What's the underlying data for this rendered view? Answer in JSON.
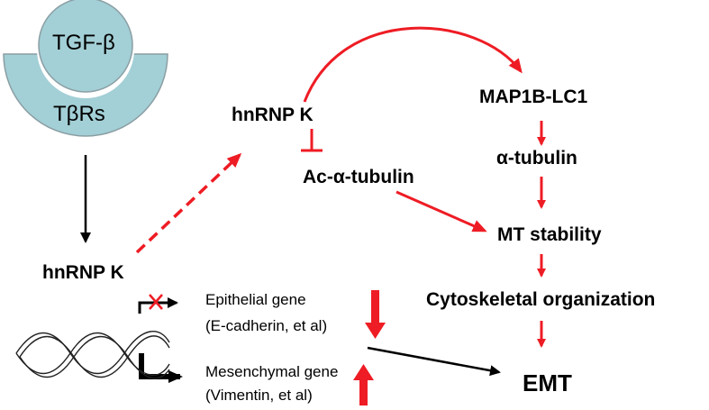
{
  "receptor": {
    "ligand": "TGF-β",
    "receptor": "TβRs"
  },
  "nodes": {
    "hnrnpk_top": "hnRNP K",
    "ac_tubulin": "Ac-α-tubulin",
    "map1b": "MAP1B-LC1",
    "alpha_tubulin": "α-tubulin",
    "mt_stability": "MT stability",
    "cytoskeletal": "Cytoskeletal organization",
    "emt": "EMT",
    "hnrnpk_bottom": "hnRNP K"
  },
  "genes": {
    "epithelial_line1": "Epithelial gene",
    "epithelial_line2": "(E-cadherin, et al)",
    "mesenchymal_line1": "Mesenchymal gene",
    "mesenchymal_line2": "(Vimentin, et al)"
  },
  "colors": {
    "pathway": "#ee1c24",
    "signal": "#000000",
    "receptor_fill": "#a3cfd6",
    "receptor_stroke": "#8a9ea3"
  },
  "icons": [
    "down-arrow-icon",
    "up-arrow-icon",
    "cross-icon",
    "dna-helix-icon"
  ]
}
